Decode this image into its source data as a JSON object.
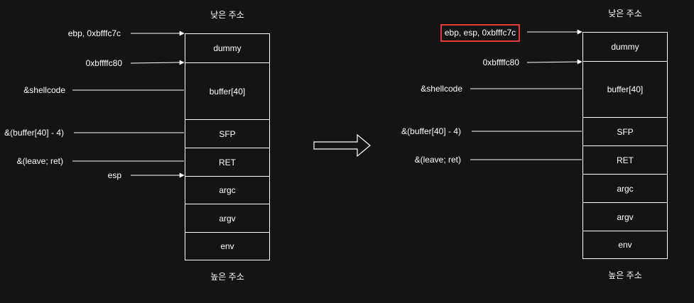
{
  "left": {
    "top_label": "낮은 주소",
    "bottom_label": "높은 주소",
    "cells": [
      "dummy",
      "buffer[40]",
      "SFP",
      "RET",
      "argc",
      "argv",
      "env"
    ],
    "pointers": [
      {
        "label": "ebp, 0xbfffc7c"
      },
      {
        "label": "0xbffffc80"
      },
      {
        "label": "&shellcode"
      },
      {
        "label": "&(buffer[40] - 4)"
      },
      {
        "label": "&(leave; ret)"
      },
      {
        "label": "esp"
      }
    ]
  },
  "right": {
    "top_label": "낮은 주소",
    "bottom_label": "높은 주소",
    "cells": [
      "dummy",
      "buffer[40]",
      "SFP",
      "RET",
      "argc",
      "argv",
      "env"
    ],
    "pointers": [
      {
        "label": "ebp, esp, 0xbfffc7c",
        "highlighted": true
      },
      {
        "label": "0xbffffc80"
      },
      {
        "label": "&shellcode"
      },
      {
        "label": "&(buffer[40] - 4)"
      },
      {
        "label": "&(leave; ret)"
      }
    ]
  },
  "colors": {
    "background": "#141414",
    "line": "#ffffff",
    "highlight": "#e53935"
  },
  "transition_icon": "right-arrow-icon"
}
